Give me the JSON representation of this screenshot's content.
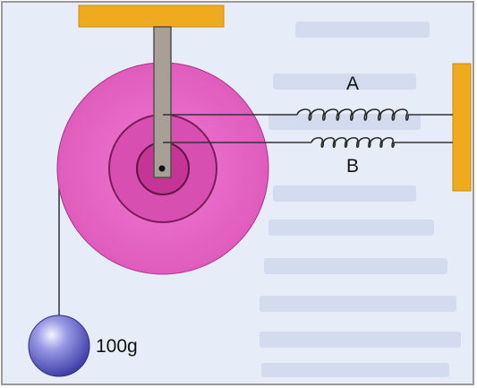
{
  "labels": {
    "spring_a": "A",
    "spring_b": "B",
    "weight": "100g"
  },
  "colors": {
    "panel_bg": "#e6edf9",
    "bracket": "#f0aa1e",
    "wheel_outer": "#e668c4",
    "wheel_mid": "#d545ad",
    "wheel_inner": "#c43596",
    "wheel_ring": "#7a1d5c",
    "rod": "#a8a097",
    "sphere": "#5b5bc8"
  },
  "icons": {
    "pivot": "pivot-dot-icon",
    "spring": "coil-spring-icon"
  }
}
